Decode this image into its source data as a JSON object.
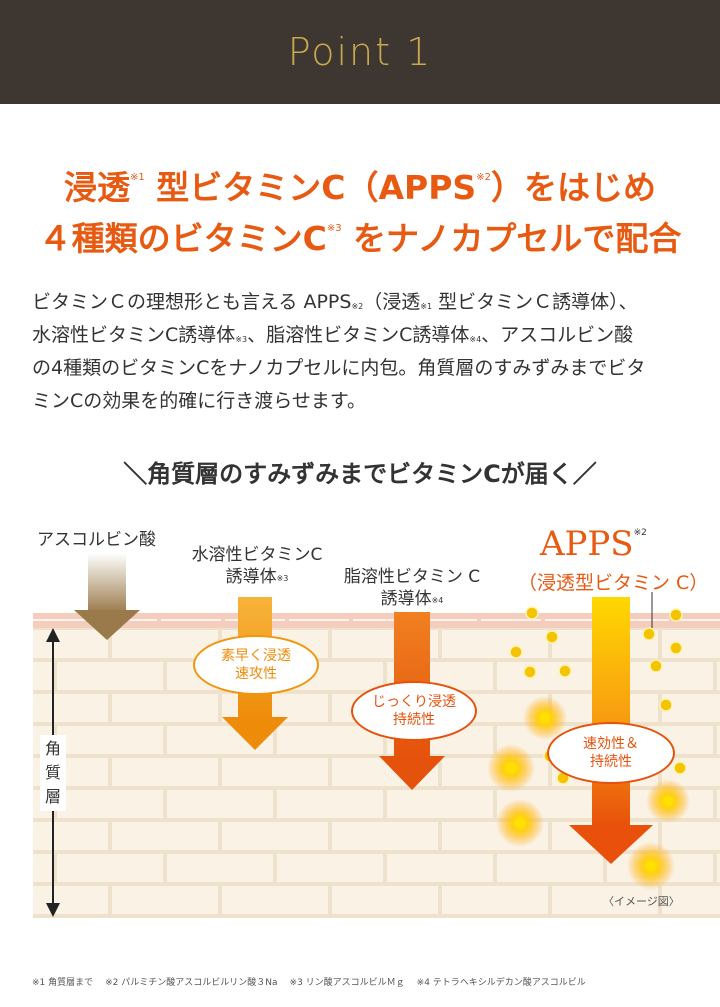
{
  "header": {
    "title": "Point 1"
  },
  "headline": {
    "line1": {
      "a": "浸透",
      "sup1": "※1",
      "b": " 型ビタミンC（APPS",
      "sup2": "※2",
      "c": "）をはじめ"
    },
    "line2": {
      "a": "４種類のビタミンC",
      "sup": "※3",
      "b": " をナノカプセルで配合"
    }
  },
  "body": {
    "l1a": "ビタミンＣの理想形とも言える APPS",
    "l1s1": "※2",
    "l1b": "（浸透",
    "l1s2": "※1",
    "l1c": " 型ビタミンＣ誘導体）、",
    "l2a": "水溶性ビタミンC誘導体",
    "l2s1": "※3",
    "l2b": "、脂溶性ビタミンC誘導体",
    "l2s2": "※4",
    "l2c": "、アスコルビン酸",
    "l3": "の4種類のビタミンCをナノカプセルに内包。角質層のすみずみまでビタ",
    "l4": "ミンCの効果を的確に行き渡らせます。"
  },
  "subhead": "＼角質層のすみずみまでビタミンCが届く／",
  "diagram": {
    "ascorbic": "アスコルビン酸",
    "water": {
      "line1": "水溶性ビタミンC",
      "line2": "誘導体",
      "sup": "※3",
      "badge1": "素早く浸透",
      "badge2": "速攻性"
    },
    "fat": {
      "line1": "脂溶性ビタミン C",
      "line2": "誘導体",
      "sup": "※4",
      "badge1": "じっくり浸透",
      "badge2": "持続性"
    },
    "apps": {
      "title": "APPS",
      "sup": "※2",
      "sub": "（浸透型ビタミン C）",
      "badge1": "速効性＆",
      "badge2": "持続性"
    },
    "layer": {
      "c1": "角",
      "c2": "質",
      "c3": "層"
    },
    "image_note": "〈イメージ図〉"
  },
  "notes": [
    "※1 角質層まで",
    "※2 パルミチン酸アスコルビルリン酸３Na",
    "※3 リン酸アスコルビルＭｇ",
    "※4 テトラヘキシルデカン酸アスコルビル"
  ],
  "colors": {
    "header_bg": "#3d3631",
    "gold": "#c9a94e",
    "orange": "#e85a12",
    "brick": "#f5ebda"
  }
}
